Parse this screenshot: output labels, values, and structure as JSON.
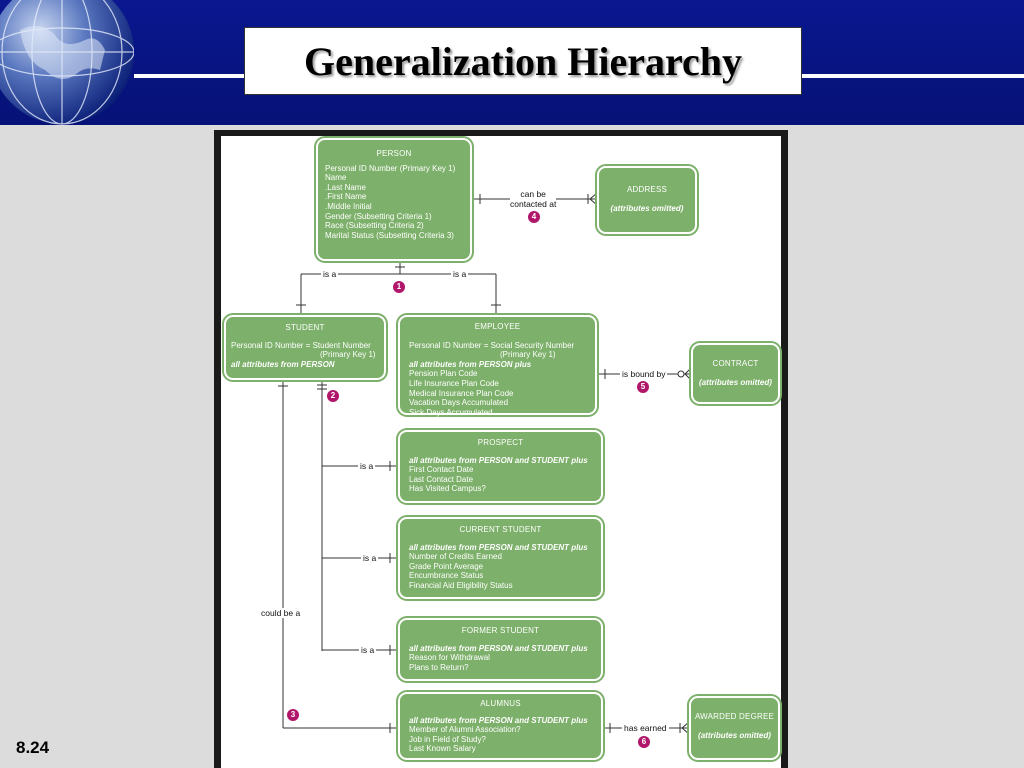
{
  "slide": {
    "title": "Generalization Hierarchy",
    "number": "8.24"
  },
  "entities": {
    "person": {
      "title": "PERSON",
      "attrs": [
        "Personal ID Number (Primary Key 1)",
        "Name",
        ".Last Name",
        ".First Name",
        ".Middle Initial",
        "Gender (Subsetting Criteria 1)",
        "Race (Subsetting Criteria 2)",
        "Marital Status (Subsetting Criteria 3)"
      ]
    },
    "address": {
      "title": "ADDRESS",
      "attrs": [
        "(attributes omitted)"
      ]
    },
    "student": {
      "title": "STUDENT",
      "attrs": [
        "Personal ID Number = Student Number",
        "(Primary Key 1)",
        "all attributes from PERSON"
      ]
    },
    "employee": {
      "title": "EMPLOYEE",
      "attrs": [
        "Personal ID Number = Social Security Number",
        "(Primary Key 1)",
        "all attributes from PERSON plus",
        "Pension Plan Code",
        "Life Insurance Plan Code",
        "Medical Insurance Plan Code",
        "Vacation Days Accumulated",
        "Sick Days Accumulated"
      ]
    },
    "contract": {
      "title": "CONTRACT",
      "attrs": [
        "(attributes omitted)"
      ]
    },
    "prospect": {
      "title": "PROSPECT",
      "attrs": [
        "all attributes from PERSON and STUDENT plus",
        "First Contact Date",
        "Last Contact Date",
        "Has Visited Campus?"
      ]
    },
    "current_student": {
      "title": "CURRENT STUDENT",
      "attrs": [
        "all attributes from PERSON and STUDENT plus",
        "Number of Credits Earned",
        "Grade Point Average",
        "Encumbrance Status",
        "Financial Aid Eligibility Status"
      ]
    },
    "former_student": {
      "title": "FORMER STUDENT",
      "attrs": [
        "all attributes from PERSON and STUDENT plus",
        "Reason for Withdrawal",
        "Plans to Return?"
      ]
    },
    "alumnus": {
      "title": "ALUMNUS",
      "attrs": [
        "all attributes from PERSON and STUDENT plus",
        "Member of Alumni Association?",
        "Job in Field of Study?",
        "Last Known Salary"
      ]
    },
    "awarded_degree": {
      "title": "AWARDED DEGREE",
      "attrs": [
        "(attributes omitted)"
      ]
    }
  },
  "relationships": {
    "can_be_contacted": "can be\ncontacted at",
    "is_a_left": "is a",
    "is_a_right": "is a",
    "is_bound_by": "is bound by",
    "is_a_prospect": "is a",
    "is_a_current": "is a",
    "could_be_a": "could be a",
    "is_a_former": "is a",
    "has_earned": "has earned"
  },
  "badges": [
    "1",
    "2",
    "3",
    "4",
    "5",
    "6"
  ],
  "colors": {
    "entity_green": "#7db06a",
    "badge_magenta": "#b0176a",
    "header_blue": "#0a1790"
  }
}
